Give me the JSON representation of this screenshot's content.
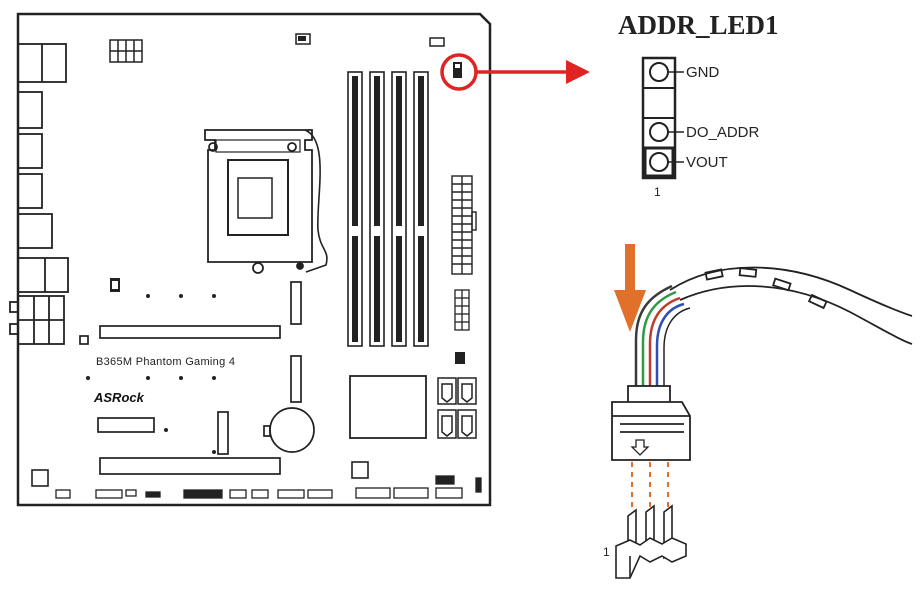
{
  "header": {
    "title": "ADDR_LED1"
  },
  "pins": [
    {
      "label": "GND"
    },
    {
      "label": "DO_ADDR"
    },
    {
      "label": "VOUT"
    }
  ],
  "pin_one_label": "1",
  "cable_pin_one_label": "1",
  "board": {
    "model": "B365M Phantom Gaming 4",
    "brand": "ASRock"
  },
  "colors": {
    "highlight": "#e02424",
    "arrow": "#e02424",
    "insert_arrow": "#e0702a",
    "guide_lines": "#e0702a",
    "outline": "#222222",
    "wire_colors": [
      "#3a3a3a",
      "#2e9a45",
      "#c23a2a",
      "#2f4fb8"
    ]
  },
  "icons": {
    "insert_direction": "down-arrow-icon",
    "connector_key": "down-arrow-icon"
  }
}
